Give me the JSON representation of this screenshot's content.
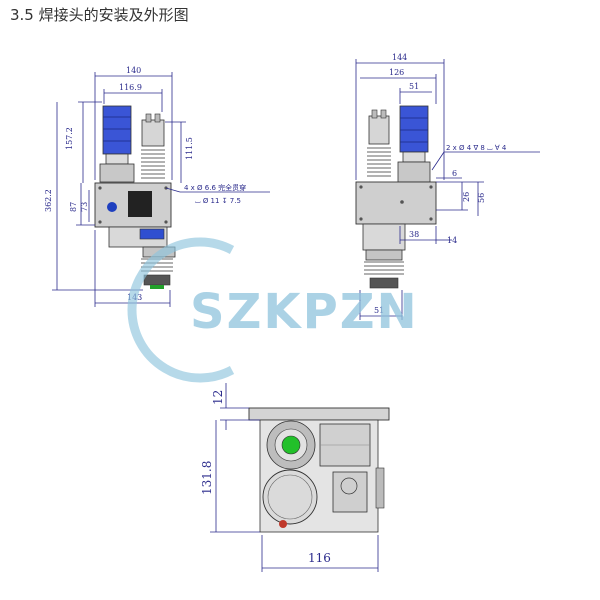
{
  "heading": "3.5  焊接头的安装及外形图",
  "watermark": "SZKPZN",
  "front_view": {
    "dims": {
      "w140": "140",
      "w116_9": "116.9",
      "h157_2": "157.2",
      "h111_5": "111.5",
      "h87": "87",
      "h73": "73",
      "h362_2": "362.2",
      "w143": "143"
    },
    "hole_note_1": "4 x Ø 6.6 完全贯穿",
    "hole_note_2": "⌴ Ø 11 ↧ 7.5"
  },
  "side_view": {
    "dims": {
      "w144": "144",
      "w126": "126",
      "w51_top": "51",
      "h6": "6",
      "h26": "26",
      "h56": "56",
      "w38": "38",
      "w14": "14",
      "w51_bot": "51"
    },
    "thread_note": "2 x Ø 4 ∇ 8 ⌴ ∀ 4"
  },
  "top_view": {
    "dims": {
      "h12": "12",
      "h131_8": "131.8",
      "w116": "116"
    }
  },
  "colors": {
    "dimension": "#2b2b8c",
    "lamp_blue": "#2f4fd0",
    "lamp_green": "#22c02a",
    "body_gray": "#cfcfcf",
    "watermark": "#8fc4dd"
  }
}
